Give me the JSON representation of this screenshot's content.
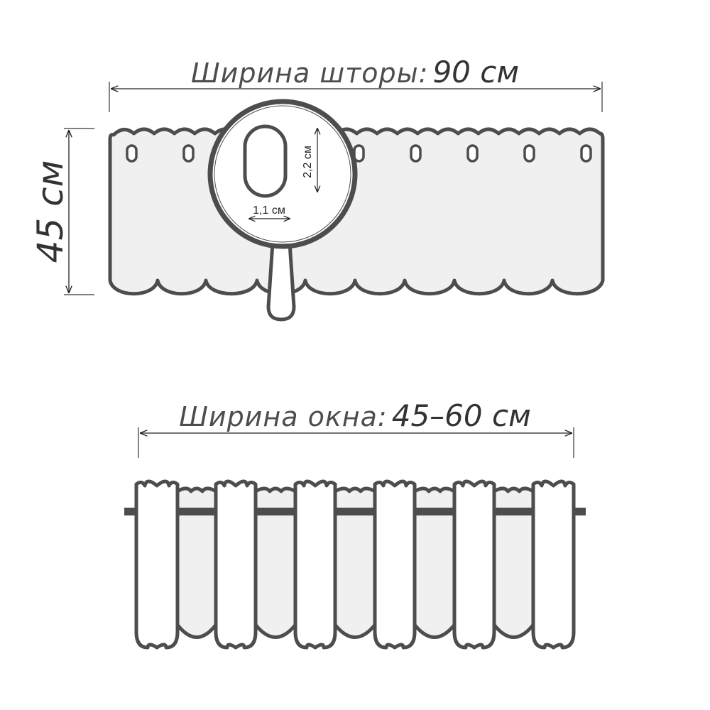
{
  "colors": {
    "stroke": "#4d4d4d",
    "fill": "#f0f0f0",
    "white": "#ffffff"
  },
  "top": {
    "width_label": "Ширина шторы:",
    "width_value": "90 см",
    "height_value": "45 см",
    "grommet_count": 9,
    "magnifier": {
      "height_label": "2,2 см",
      "width_label": "1,1 см"
    }
  },
  "bottom": {
    "width_label": "Ширина окна:",
    "width_value": "45–60 см",
    "front_folds": 6
  }
}
